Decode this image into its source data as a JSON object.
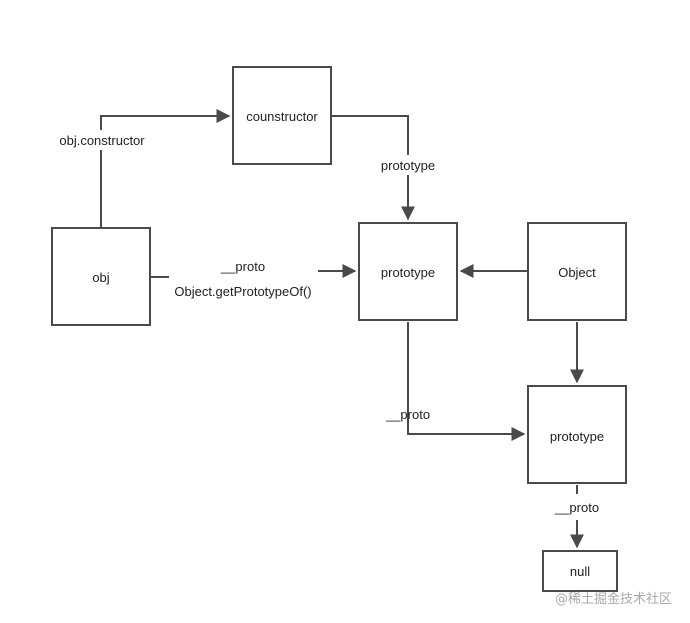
{
  "nodes": {
    "obj": "obj",
    "constructor": "counstructor",
    "prototype_main": "prototype",
    "object": "Object",
    "prototype_object": "prototype",
    "null": "null"
  },
  "edges": {
    "obj_constructor": "obj.constructor",
    "constructor_prototype": "prototype",
    "obj_proto_line1": "__proto",
    "obj_proto_line2": "Object.getPrototypeOf()",
    "prototype_proto": "__proto",
    "object_prototype_proto": "__proto"
  },
  "watermark": "@稀土掘金技术社区"
}
